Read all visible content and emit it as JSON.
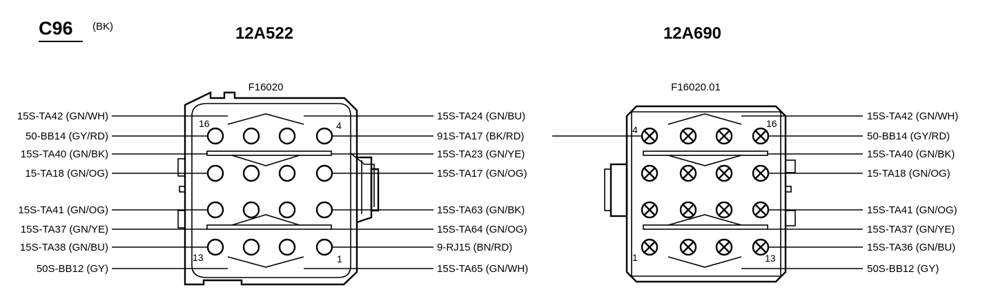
{
  "connector": {
    "name": "C96",
    "color": "(BK)"
  },
  "left": {
    "part": "12A522",
    "code": "F16020",
    "pin_first": "16",
    "pin_right_top": "4",
    "pin_left_bottom": "13",
    "pin_last": "1",
    "left_labels": [
      "15S-TA42 (GN/WH)",
      "50-BB14 (GY/RD)",
      "15S-TA40 (GN/BK)",
      "15-TA18 (GN/OG)",
      "15S-TA41 (GN/OG)",
      "15S-TA37 (GN/YE)",
      "15S-TA38 (GN/BU)",
      "50S-BB12 (GY)"
    ],
    "right_labels": [
      "15S-TA24 (GN/BU)",
      "91S-TA17 (BK/RD)",
      "15S-TA23 (GN/YE)",
      "15S-TA17 (GN/OG)",
      "15S-TA63 (GN/BK)",
      "15S-TA64 (GN/OG)",
      "9-RJ15 (BN/RD)",
      "15S-TA65 (GN/WH)"
    ]
  },
  "right": {
    "part": "12A690",
    "code": "F16020.01",
    "pin_first": "4",
    "pin_right_top": "16",
    "pin_left_bottom": "1",
    "pin_last": "13",
    "labels": [
      "15S-TA42 (GN/WH)",
      "50-BB14 (GY/RD)",
      "15S-TA40 (GN/BK)",
      "15-TA18 (GN/OG)",
      "15S-TA41 (GN/OG)",
      "15S-TA37 (GN/YE)",
      "15S-TA36 (GN/BU)",
      "50S-BB12 (GY)"
    ]
  }
}
